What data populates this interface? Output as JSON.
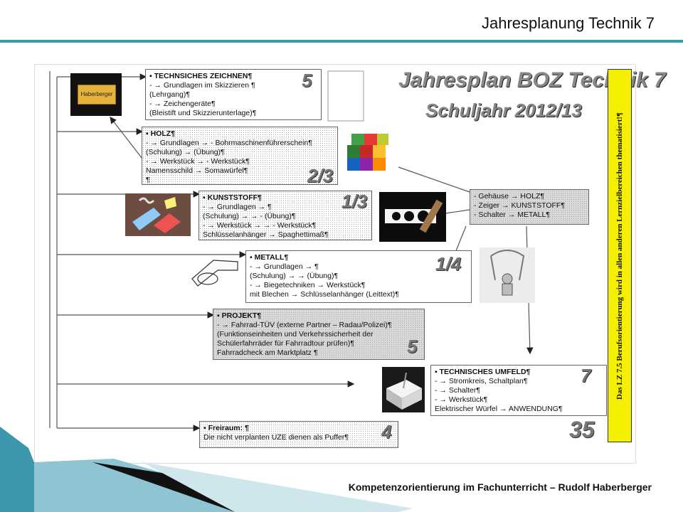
{
  "slide": {
    "title": "Jahresplanung  Technik 7",
    "footer": "Kompetenzorientierung im  Fachunterricht – Rudolf Haberberger",
    "accent": "#3d98ad"
  },
  "doc": {
    "header1": "Jahresplan BOZ Technik 7",
    "header2": "Schuljahr 2012/13",
    "sidebar_text": "Das LZ 7.5 Berufsorientierung wird in allen anderen Lernzielbereichen thematisiert!¶",
    "block_label": "Haberberger",
    "sections": [
      {
        "heading": "▪ TECHNSICHES ZEICHNEN¶",
        "number": "5",
        "lines": [
          "- →  Grundlagen im Skizzieren ¶",
          "      (Lehrgang)¶",
          "- →  Zeichengeräte¶",
          "      (Bleistift und Skizzierunterlage)¶"
        ]
      },
      {
        "heading": "▪ HOLZ¶",
        "number": "2/3",
        "lines": [
          "- →  Grundlagen  →  - Bohrmaschinenführerschein¶",
          "      (Schulung)  →   (Übung)¶",
          "- →  Werkstück  →  - Werkstück¶",
          "      Namensschild →  Somawürfel¶",
          "¶"
        ]
      },
      {
        "heading": "▪ KUNSTSTOFF¶",
        "number": "1/3",
        "lines": [
          "- →  Grundlagen  →  ¶",
          "      (Schulung)  →     →  - (Übung)¶",
          "- →  Werkstück  →     →  - Werkstück¶",
          "      Schlüsselanhänger  →   Spaghettimaß¶"
        ]
      },
      {
        "heading": "▪ METALL¶",
        "number": "1/4",
        "lines": [
          "- →  Grundlagen  →  ¶",
          "      (Schulung)  →     →  (Übung)¶",
          "- →  Biegetechniken   →  Werkstück¶",
          "      mit Blechen     →  Schlüsselanhänger (Leittext)¶"
        ]
      },
      {
        "heading": "▪ PROJEKT¶",
        "number": "5",
        "lines": [
          "- →  Fahrrad-TÜV (externe Partner – Radau/Polizei)¶",
          "      (Funktionseinheiten und Verkehrssicherheit der",
          "      Schülerfahrräder für Fahrradtour prüfen)¶",
          "      Fahrradcheck am Marktplatz ¶"
        ]
      },
      {
        "heading": "▪ TECHNISCHES UMFELD¶",
        "number": "7",
        "lines": [
          "- →  Stromkreis, Schaltplan¶",
          "- →  Schalter¶",
          "- →  Werkstück¶",
          "      Elektrischer Würfel  →  ANWENDUNG¶"
        ]
      },
      {
        "heading": "▪ Freiraum: ¶",
        "number": "4",
        "lines": [
          "Die nicht verplanten UZE dienen als Puffer¶"
        ]
      }
    ],
    "summary": {
      "lines": [
        "- Gehäuse  →  HOLZ¶",
        "- Zeiger   →  KUNSTSTOFF¶",
        "- Schalter  →  METALL¶"
      ]
    },
    "total": "35"
  }
}
